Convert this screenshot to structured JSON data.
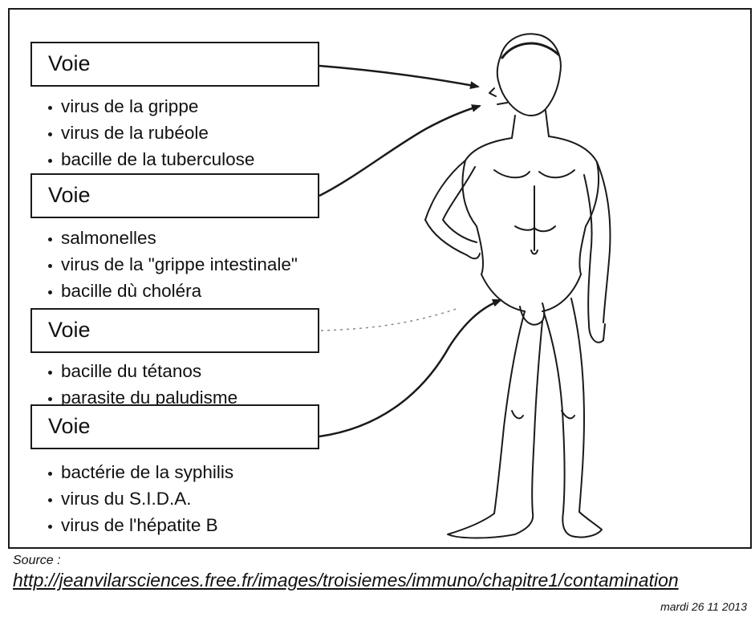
{
  "routes": [
    {
      "label": "Voie",
      "germs": [
        "virus de la grippe",
        "virus de la rubéole",
        "bacille de la tuberculose"
      ]
    },
    {
      "label": "Voie",
      "germs": [
        "salmonelles",
        "virus de la \"grippe intestinale\"",
        "bacille dù choléra"
      ]
    },
    {
      "label": "Voie",
      "germs": [
        "bacille du tétanos",
        "parasite du paludisme"
      ]
    },
    {
      "label": "Voie",
      "germs": [
        "bactérie de la syphilis",
        "virus du S.I.D.A.",
        "virus de l'hépatite B"
      ]
    }
  ],
  "source": {
    "label": "Source :",
    "url": "http://jeanvilarsciences.free.fr/images/troisiemes/immuno/chapitre1/contamination",
    "date": "mardi 26 11 2013"
  },
  "figure": {
    "subject": "standing-human-body-illustration",
    "line_color": "#1a1a1a"
  }
}
